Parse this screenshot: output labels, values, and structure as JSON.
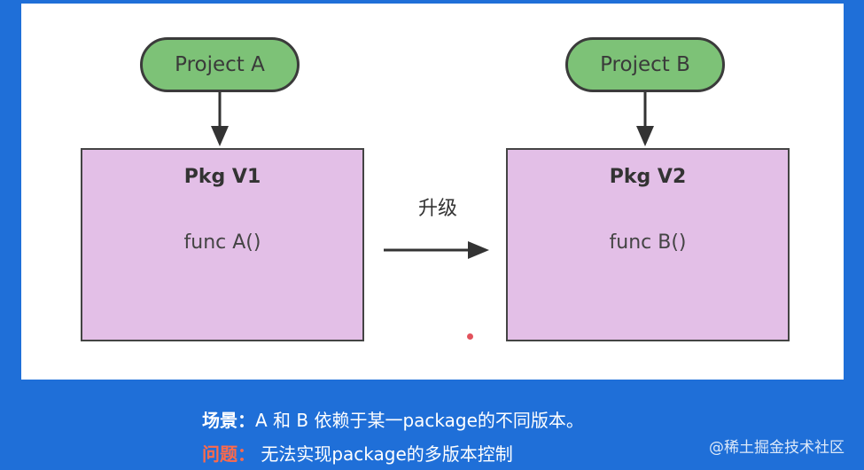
{
  "projects": {
    "a": "Project A",
    "b": "Project B"
  },
  "packages": {
    "v1": {
      "title": "Pkg V1",
      "func": "func A()"
    },
    "v2": {
      "title": "Pkg V2",
      "func": "func B()"
    }
  },
  "upgrade_label": "升级",
  "captions": {
    "scenario_label": "场景：",
    "scenario_text": "A 和 B 依赖于某一package的不同版本。",
    "problem_label": "问题：",
    "problem_text": " 无法实现package的多版本控制"
  },
  "watermark": "@稀土掘金技术社区",
  "colors": {
    "background": "#1f6fd8",
    "project_fill": "#7dc277",
    "package_fill": "#e3bfe7",
    "problem_label": "#ff6a4a"
  }
}
